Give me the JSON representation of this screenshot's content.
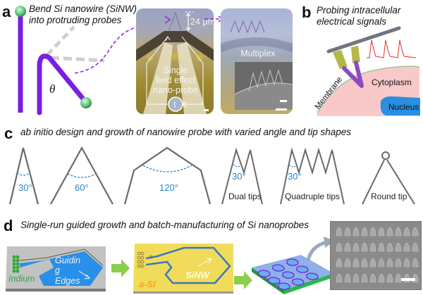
{
  "panel_a": {
    "label": "a",
    "title_line1": "Bend Si nanowire (SiNW)",
    "title_line2": "into protruding probes",
    "angle_symbol": "θ",
    "scale_text": "24 μm",
    "single_probe_line1": "Single",
    "single_probe_line2": "field effect",
    "single_probe_line3": "nano-probe",
    "current_symbol": "I",
    "multiplex_label": "Multiplex"
  },
  "panel_b": {
    "label": "b",
    "title_line1": "Probing intracellular",
    "title_line2": "electrical signals",
    "membrane_label": "Membrane",
    "cytoplasm_label": "Cytoplasm",
    "nucleus_label": "Nucleus"
  },
  "panel_c": {
    "label": "c",
    "title": "ab initio design and growth of nanowire probe with varied angle and tip shapes",
    "shapes": [
      {
        "angle": "30°",
        "caption": ""
      },
      {
        "angle": "60°",
        "caption": ""
      },
      {
        "angle": "120°",
        "caption": ""
      },
      {
        "angle": "30°",
        "caption": "Dual tips"
      },
      {
        "angle": "30°",
        "caption": "Quadruple tips"
      },
      {
        "angle": "",
        "caption": "Round tip"
      }
    ]
  },
  "panel_d": {
    "label": "d",
    "title": "Single-run guided growth and batch-manufacturing of Si nanoprobes",
    "step1_indium": "Indium",
    "step1_edges_line1": "Guidin",
    "step1_edges_line2": "g",
    "step1_edges_line3": "Edges",
    "step2_asi": "a-Si",
    "step2_sinw": "SiNW"
  },
  "colors": {
    "nanowire_purple": "#7a1fe0",
    "angle_blue": "#2b85c8",
    "probe_gray": "#6a6a6a",
    "indium_green": "#2ea84a",
    "guide_blue": "#2a8fe8",
    "asi_yellow": "#f0dc5a",
    "arrow_green": "#8bd04a",
    "cell_pink": "#f9c9c9",
    "nucleus_blue": "#2a8fe0",
    "signal_red": "#e52a2a"
  }
}
